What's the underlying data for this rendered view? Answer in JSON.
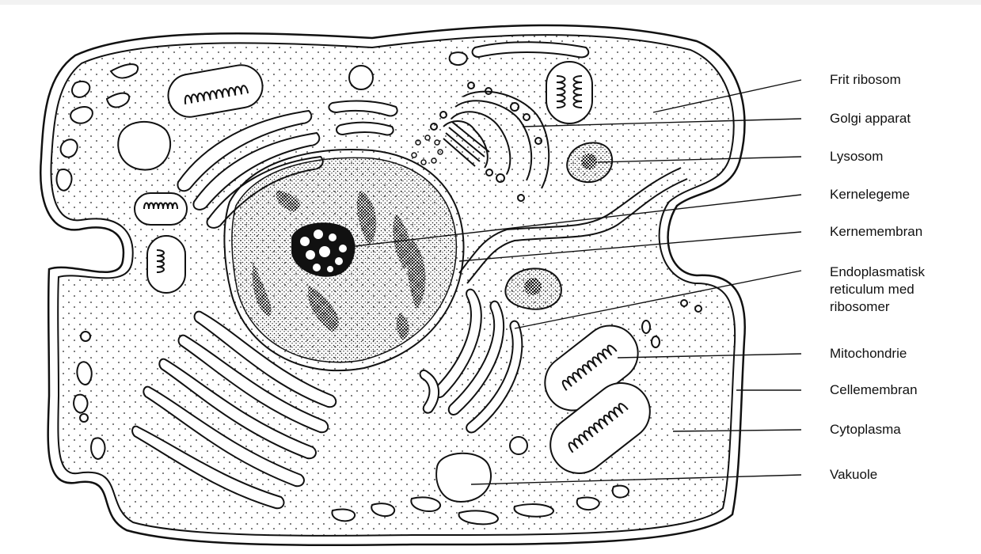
{
  "diagram": {
    "labels": [
      {
        "id": "frit-ribosom",
        "text": "Frit ribosom"
      },
      {
        "id": "golgi-apparat",
        "text": "Golgi apparat"
      },
      {
        "id": "lysosom",
        "text": "Lysosom"
      },
      {
        "id": "kernelegeme",
        "text": "Kernelegeme"
      },
      {
        "id": "kernemembran",
        "text": "Kernemembran"
      },
      {
        "id": "endoplasmatisk-reticulum",
        "lines": [
          "Endoplasmatisk",
          "reticulum med",
          "ribosomer"
        ]
      },
      {
        "id": "mitochondrie",
        "text": "Mitochondrie"
      },
      {
        "id": "cellemembran",
        "text": "Cellemembran"
      },
      {
        "id": "cytoplasma",
        "text": "Cytoplasma"
      },
      {
        "id": "vakuole",
        "text": "Vakuole"
      }
    ]
  }
}
